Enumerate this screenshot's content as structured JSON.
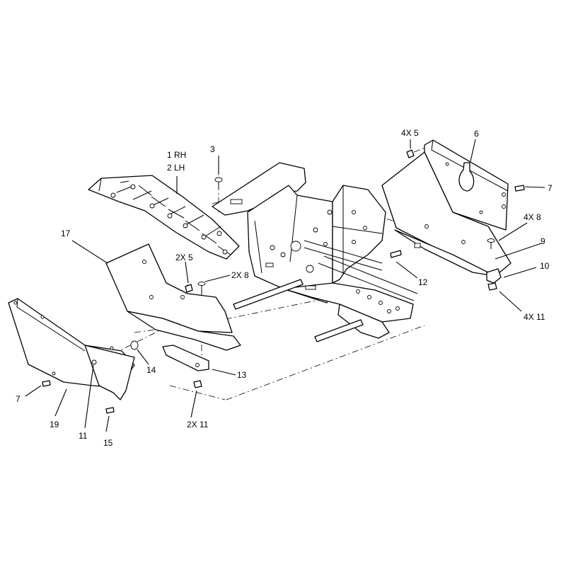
{
  "labels": {
    "p1": "1 RH",
    "p2": "2 LH",
    "p3": "3",
    "p4x5": "4X 5",
    "p6": "6",
    "p7a": "7",
    "p4x8": "4X 8",
    "p9": "9",
    "p10": "10",
    "p4x11": "4X 11",
    "p12": "12",
    "p17": "17",
    "p2x5": "2X 5",
    "p2x8": "2X 8",
    "p14": "14",
    "p13": "13",
    "p2x11": "2X 11",
    "p7b": "7",
    "p19": "19",
    "p11": "11",
    "p15": "15"
  },
  "colors": {
    "line": "#000000",
    "background": "#ffffff"
  }
}
